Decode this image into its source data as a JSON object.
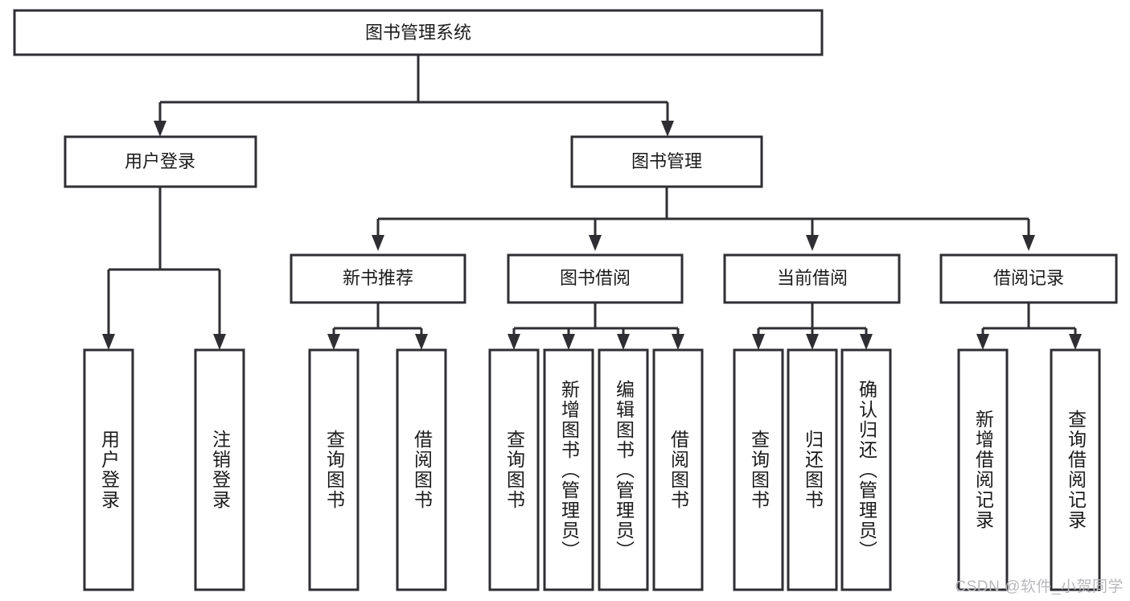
{
  "diagram": {
    "type": "tree-hierarchy-chart",
    "title": "图书管理系统",
    "background_color": "#ffffff",
    "line_color": "#2f2f33",
    "box_fill": "#ffffff",
    "text_color": "#1b1b1b",
    "root": {
      "label": "图书管理系统",
      "orientation": "horizontal"
    },
    "level2": [
      {
        "label": "用户登录",
        "orientation": "horizontal"
      },
      {
        "label": "图书管理",
        "orientation": "horizontal"
      }
    ],
    "level3": [
      {
        "label": "新书推荐",
        "orientation": "horizontal"
      },
      {
        "label": "图书借阅",
        "orientation": "horizontal"
      },
      {
        "label": "当前借阅",
        "orientation": "horizontal"
      },
      {
        "label": "借阅记录",
        "orientation": "horizontal"
      }
    ],
    "leaves": {
      "user_login": [
        {
          "label": "用户登录",
          "orientation": "vertical"
        },
        {
          "label": "注销登录",
          "orientation": "vertical"
        }
      ],
      "new_book_recommend": [
        {
          "label": "查询图书",
          "orientation": "vertical"
        },
        {
          "label": "借阅图书",
          "orientation": "vertical"
        }
      ],
      "book_borrow": [
        {
          "label": "查询图书",
          "orientation": "vertical"
        },
        {
          "label": "新增图书（管理员）",
          "orientation": "vertical"
        },
        {
          "label": "编辑图书（管理员）",
          "orientation": "vertical"
        },
        {
          "label": "借阅图书",
          "orientation": "vertical"
        }
      ],
      "current_borrow": [
        {
          "label": "查询图书",
          "orientation": "vertical"
        },
        {
          "label": "归还图书",
          "orientation": "vertical"
        },
        {
          "label": "确认归还（管理员）",
          "orientation": "vertical"
        }
      ],
      "borrow_record": [
        {
          "label": "新增借阅记录",
          "orientation": "vertical"
        },
        {
          "label": "查询借阅记录",
          "orientation": "vertical"
        }
      ]
    }
  },
  "watermark": {
    "text": "CSDN @软件_小贺同学",
    "color": "#b9b9bd"
  }
}
